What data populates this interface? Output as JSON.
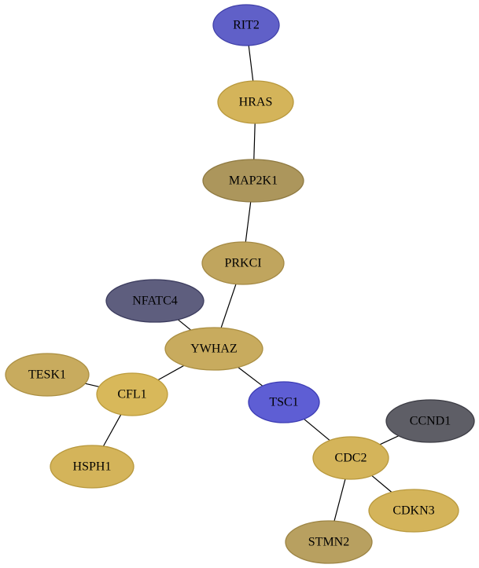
{
  "nodes": [
    {
      "id": "RIT2",
      "label": "RIT2",
      "fill": "#6060c8",
      "stroke": "#3f3fa8"
    },
    {
      "id": "HRAS",
      "label": "HRAS",
      "fill": "#d4b45a",
      "stroke": "#b8983c"
    },
    {
      "id": "MAP2K1",
      "label": "MAP2K1",
      "fill": "#ac965c",
      "stroke": "#8f7a42"
    },
    {
      "id": "PRKCI",
      "label": "PRKCI",
      "fill": "#c0a55e",
      "stroke": "#a48944"
    },
    {
      "id": "NFATC4",
      "label": "NFATC4",
      "fill": "#5e5e7e",
      "stroke": "#3c3c5e"
    },
    {
      "id": "YWHAZ",
      "label": "YWHAZ",
      "fill": "#c8ab5e",
      "stroke": "#ab8f42"
    },
    {
      "id": "TESK1",
      "label": "TESK1",
      "fill": "#c8ab5e",
      "stroke": "#ab8f42"
    },
    {
      "id": "CFL1",
      "label": "CFL1",
      "fill": "#d8b85a",
      "stroke": "#bc9c3c"
    },
    {
      "id": "HSPH1",
      "label": "HSPH1",
      "fill": "#d4b45a",
      "stroke": "#b8983c"
    },
    {
      "id": "TSC1",
      "label": "TSC1",
      "fill": "#5e5ed4",
      "stroke": "#3c3cb4"
    },
    {
      "id": "CCND1",
      "label": "CCND1",
      "fill": "#5e5e66",
      "stroke": "#3c3c44"
    },
    {
      "id": "CDC2",
      "label": "CDC2",
      "fill": "#d4b45a",
      "stroke": "#b8983c"
    },
    {
      "id": "CDKN3",
      "label": "CDKN3",
      "fill": "#d4b45a",
      "stroke": "#b8983c"
    },
    {
      "id": "STMN2",
      "label": "STMN2",
      "fill": "#b8a060",
      "stroke": "#9c8444"
    }
  ],
  "edges": [
    [
      "RIT2",
      "HRAS"
    ],
    [
      "HRAS",
      "MAP2K1"
    ],
    [
      "MAP2K1",
      "PRKCI"
    ],
    [
      "PRKCI",
      "YWHAZ"
    ],
    [
      "NFATC4",
      "YWHAZ"
    ],
    [
      "YWHAZ",
      "CFL1"
    ],
    [
      "YWHAZ",
      "TSC1"
    ],
    [
      "TESK1",
      "CFL1"
    ],
    [
      "CFL1",
      "HSPH1"
    ],
    [
      "TSC1",
      "CDC2"
    ],
    [
      "CCND1",
      "CDC2"
    ],
    [
      "CDC2",
      "CDKN3"
    ],
    [
      "CDC2",
      "STMN2"
    ]
  ]
}
